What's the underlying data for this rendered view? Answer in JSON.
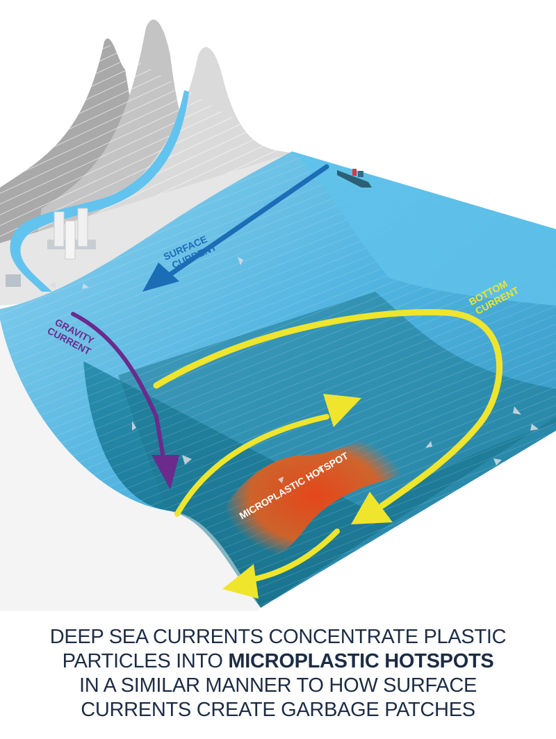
{
  "labels": {
    "surface_current": [
      "SURFACE",
      "CURRENT"
    ],
    "gravity_current": [
      "GRAVITY",
      "CURRENT"
    ],
    "bottom_current": [
      "BOTTOM",
      "CURRENT"
    ],
    "hotspot": "MICROPLASTIC HOTSPOT"
  },
  "caption": {
    "line1": "DEEP SEA CURRENTS CONCENTRATE PLASTIC",
    "line2_prefix": "PARTICLES INTO ",
    "line2_bold": "MICROPLASTIC HOTSPOTS",
    "line3": "IN A SIMILAR MANNER TO HOW SURFACE",
    "line4": "CURRENTS CREATE GARBAGE PATCHES"
  },
  "colors": {
    "surface_current": "#1b6db5",
    "gravity_current": "#6b2a8c",
    "bottom_current": "#efe52c",
    "hotspot": "#e0501c",
    "ocean_surface": "#5dbfe8",
    "deep_sea": "#1f7f99",
    "caption_text": "#1c2c44"
  },
  "icons": [
    "mountain-icon",
    "river-icon",
    "factory-icon",
    "ship-icon",
    "plastic-particle-icon"
  ]
}
